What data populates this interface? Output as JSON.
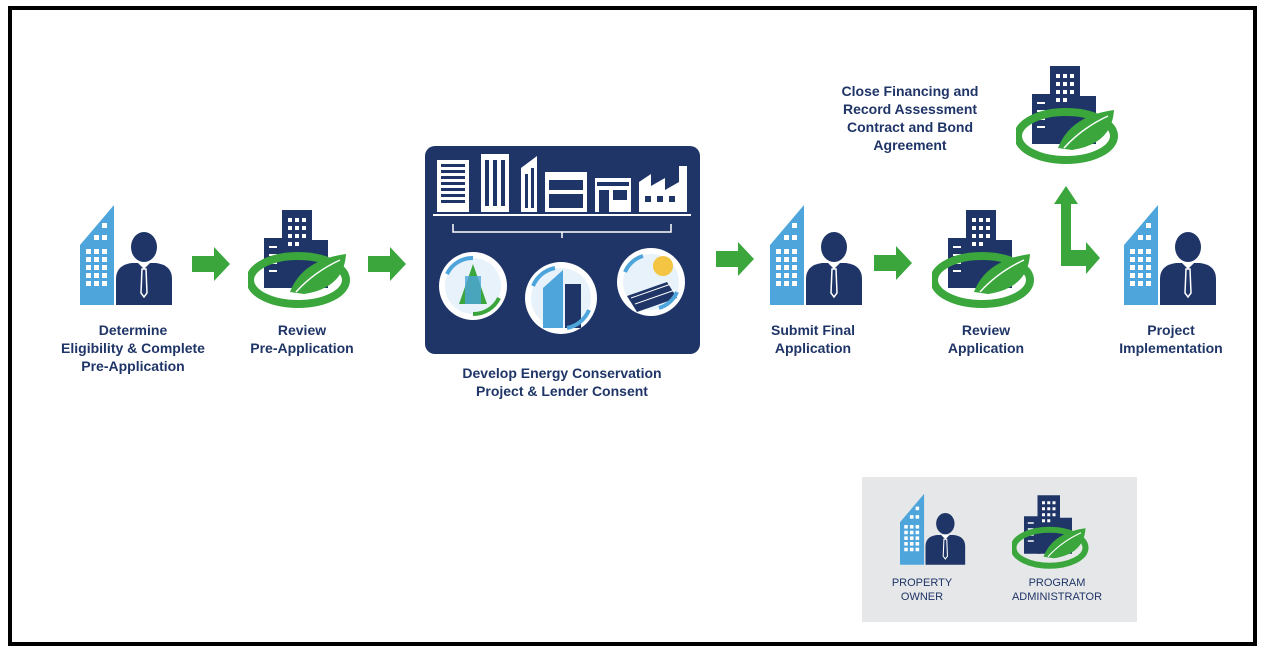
{
  "steps": [
    {
      "id": "determine",
      "lines": [
        "Determine",
        "Eligibility & Complete",
        "Pre-Application"
      ],
      "role": "property-owner"
    },
    {
      "id": "review-pre",
      "lines": [
        "Review",
        "Pre-Application"
      ],
      "role": "program-administrator"
    },
    {
      "id": "develop",
      "lines": [
        "Develop Energy Conservation",
        "Project & Lender Consent"
      ],
      "role": "panel"
    },
    {
      "id": "submit-final",
      "lines": [
        "Submit Final",
        "Application"
      ],
      "role": "property-owner"
    },
    {
      "id": "review-app",
      "lines": [
        "Review",
        "Application"
      ],
      "role": "program-administrator"
    },
    {
      "id": "close-financing",
      "lines": [
        "Close Financing and",
        "Record Assessment",
        "Contract and Bond",
        "Agreement"
      ],
      "role": "program-administrator"
    },
    {
      "id": "implementation",
      "lines": [
        "Project",
        "Implementation"
      ],
      "role": "property-owner"
    }
  ],
  "legend": {
    "owner": [
      "PROPERTY",
      "OWNER"
    ],
    "admin": [
      "PROGRAM",
      "ADMINISTRATOR"
    ]
  },
  "colors": {
    "navy": "#1f3567",
    "green": "#3aa63c",
    "sky": "#4ea5dc",
    "legend_bg": "#e6e7e8"
  }
}
